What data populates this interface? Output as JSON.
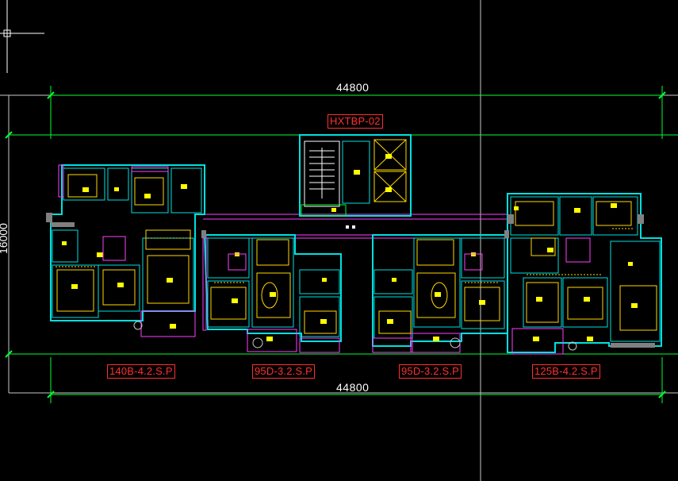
{
  "dimensions": {
    "top": "44800",
    "bottom": "44800",
    "left": "16000"
  },
  "labels": {
    "core": "HXTBP-02",
    "unit_1": "140B-4.2.S.P",
    "unit_2": "95D-3.2.S.P",
    "unit_3": "95D-3.2.S.P",
    "unit_4": "125B-4.2.S.P"
  },
  "colors": {
    "background": "#000000",
    "wall": "#00e0e0",
    "furniture": "#ffd800",
    "accent_magenta": "#ff40ff",
    "dimension": "#00ff30",
    "label": "#ff3030",
    "grid": "#ffffff"
  },
  "icons": [
    "crosshair-cursor-icon"
  ]
}
